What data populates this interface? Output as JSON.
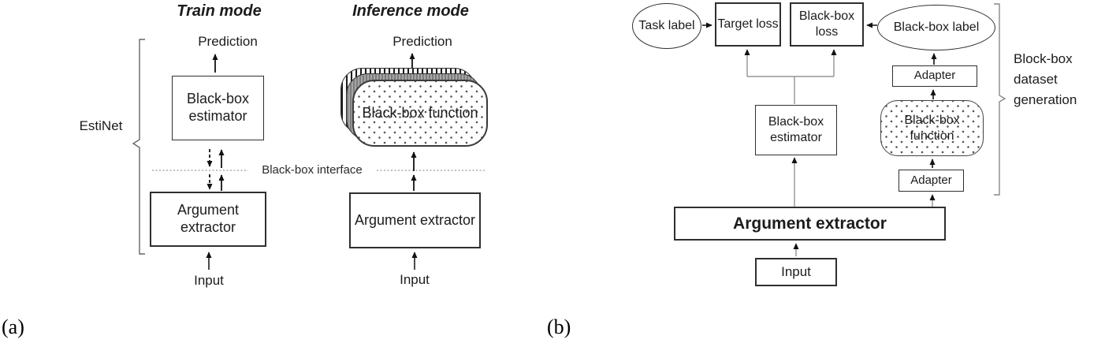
{
  "figure": {
    "caption_a": "(a)",
    "caption_b": "(b)"
  },
  "panel_a": {
    "train_header": "Train mode",
    "inference_header": "Inference mode",
    "estinet_label": "EstiNet",
    "interface_label": "Black-box interface",
    "train": {
      "prediction": "Prediction",
      "estimator": "Black-box estimator",
      "extractor": "Argument extractor",
      "input": "Input"
    },
    "inference": {
      "prediction": "Prediction",
      "function": "Black-box function",
      "extractor": "Argument extractor",
      "input": "Input"
    }
  },
  "panel_b": {
    "task_label": "Task label",
    "target_loss": "Target loss",
    "blackbox_loss": "Black-box loss",
    "blackbox_label": "Black-box label",
    "adapter_top": "Adapter",
    "adapter_bottom": "Adapter",
    "estimator": "Black-box estimator",
    "function": "Black-box function",
    "extractor": "Argument extractor",
    "input": "Input",
    "bracket_label": "Block-box dataset generation"
  },
  "colors": {
    "ink": "#1c1c1c",
    "box_border": "#2f2f2f",
    "gray_line": "#808080",
    "dash_line": "#9a9a9a"
  }
}
